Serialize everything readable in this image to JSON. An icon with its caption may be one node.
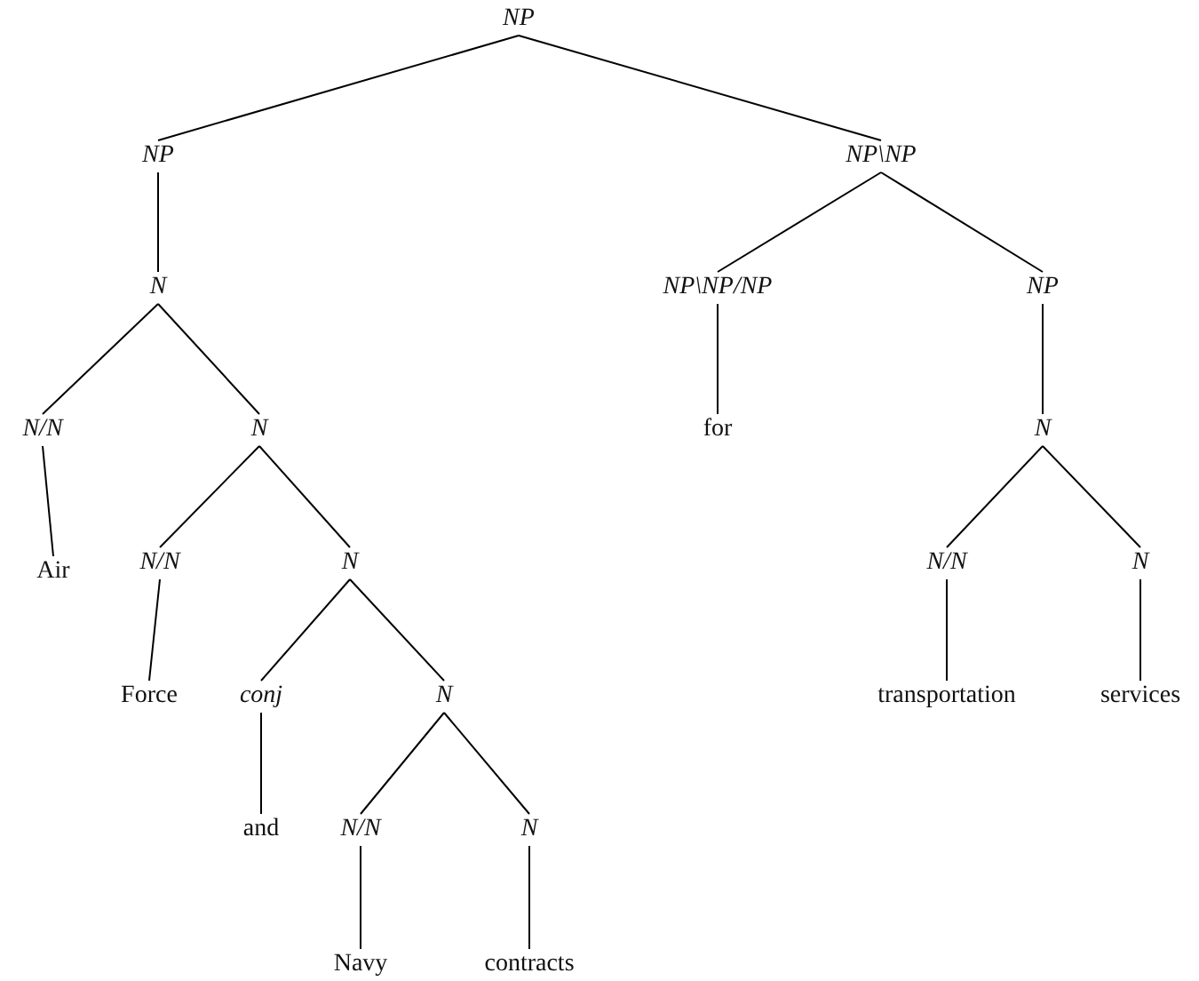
{
  "diagram": {
    "nodes": [
      {
        "text": [
          "NP"
        ]
      },
      {
        "text": [
          "NP"
        ]
      },
      {
        "text": [
          "NP\\NP"
        ]
      },
      {
        "text": [
          "N"
        ]
      },
      {
        "text": [
          "NP\\NP/NP"
        ]
      },
      {
        "text": [
          "NP"
        ]
      },
      {
        "text": [
          "N/N"
        ]
      },
      {
        "text": [
          "N"
        ]
      },
      {
        "text": [
          "for"
        ]
      },
      {
        "text": [
          "N"
        ]
      },
      {
        "text": [
          "Air"
        ]
      },
      {
        "text": [
          "N/N"
        ]
      },
      {
        "text": [
          "N"
        ]
      },
      {
        "text": [
          "N/N"
        ]
      },
      {
        "text": [
          "N"
        ]
      },
      {
        "text": [
          "Force"
        ]
      },
      {
        "text": [
          "conj"
        ]
      },
      {
        "text": [
          "N"
        ]
      },
      {
        "text": [
          "transportation"
        ]
      },
      {
        "text": [
          "services"
        ]
      },
      {
        "text": [
          "and"
        ]
      },
      {
        "text": [
          "N/N"
        ]
      },
      {
        "text": [
          "N"
        ]
      },
      {
        "text": [
          "Navy"
        ]
      },
      {
        "text": [
          "contracts"
        ]
      }
    ],
    "edges": [
      {
        "from": 0,
        "to": 1,
        "arrow": "none"
      },
      {
        "from": 0,
        "to": 2,
        "arrow": "none"
      },
      {
        "from": 1,
        "to": 3,
        "arrow": "none"
      },
      {
        "from": 3,
        "to": 6,
        "arrow": "none"
      },
      {
        "from": 3,
        "to": 7,
        "arrow": "none"
      },
      {
        "from": 6,
        "to": 10,
        "arrow": "none"
      },
      {
        "from": 7,
        "to": 11,
        "arrow": "none"
      },
      {
        "from": 7,
        "to": 12,
        "arrow": "none"
      },
      {
        "from": 11,
        "to": 15,
        "arrow": "none"
      },
      {
        "from": 12,
        "to": 16,
        "arrow": "none"
      },
      {
        "from": 12,
        "to": 17,
        "arrow": "none"
      },
      {
        "from": 16,
        "to": 20,
        "arrow": "none"
      },
      {
        "from": 17,
        "to": 21,
        "arrow": "none"
      },
      {
        "from": 17,
        "to": 22,
        "arrow": "none"
      },
      {
        "from": 21,
        "to": 23,
        "arrow": "none"
      },
      {
        "from": 22,
        "to": 24,
        "arrow": "none"
      },
      {
        "from": 2,
        "to": 4,
        "arrow": "none"
      },
      {
        "from": 2,
        "to": 5,
        "arrow": "none"
      },
      {
        "from": 4,
        "to": 8,
        "arrow": "none"
      },
      {
        "from": 5,
        "to": 9,
        "arrow": "none"
      },
      {
        "from": 9,
        "to": 13,
        "arrow": "none"
      },
      {
        "from": 9,
        "to": 14,
        "arrow": "none"
      },
      {
        "from": 13,
        "to": 18,
        "arrow": "none"
      },
      {
        "from": 14,
        "to": 19,
        "arrow": "none"
      }
    ]
  }
}
